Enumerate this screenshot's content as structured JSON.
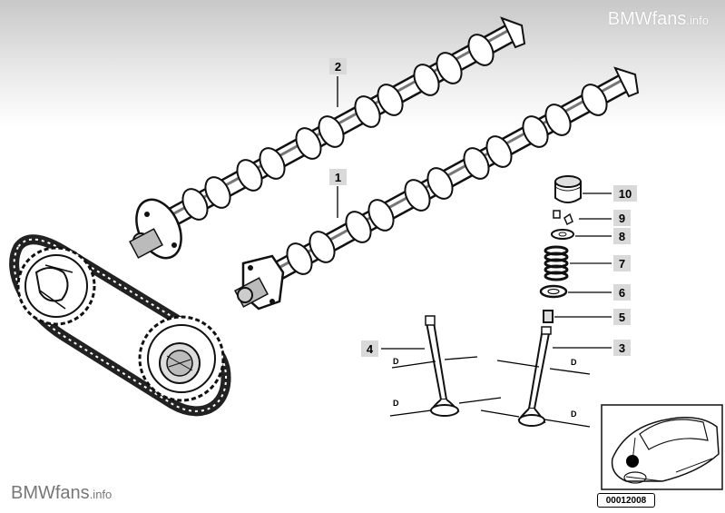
{
  "watermark": {
    "top_main": "BMWfans",
    "top_suffix": ".info",
    "bottom_main": "BMWfans",
    "bottom_suffix": ".info"
  },
  "callouts": {
    "c1": "1",
    "c2": "2",
    "c3": "3",
    "c4": "4",
    "c5": "5",
    "c6": "6",
    "c7": "7",
    "c8": "8",
    "c9": "9",
    "c10": "10"
  },
  "dimension_label": "D",
  "reference_number": "00012008"
}
